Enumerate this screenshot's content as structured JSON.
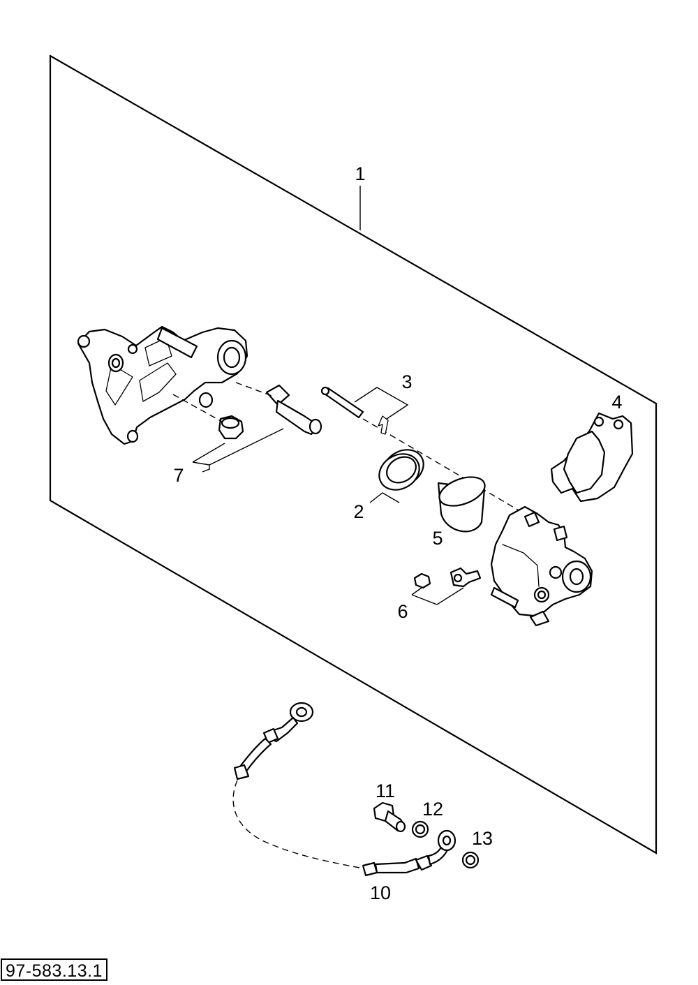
{
  "figure_id": "97-583.13.1",
  "callouts": {
    "c1": "1",
    "c2": "2",
    "c3": "3",
    "c4": "4",
    "c5": "5",
    "c6": "6",
    "c7": "7",
    "c10": "10",
    "c11": "11",
    "c12": "12",
    "c13": "13"
  }
}
